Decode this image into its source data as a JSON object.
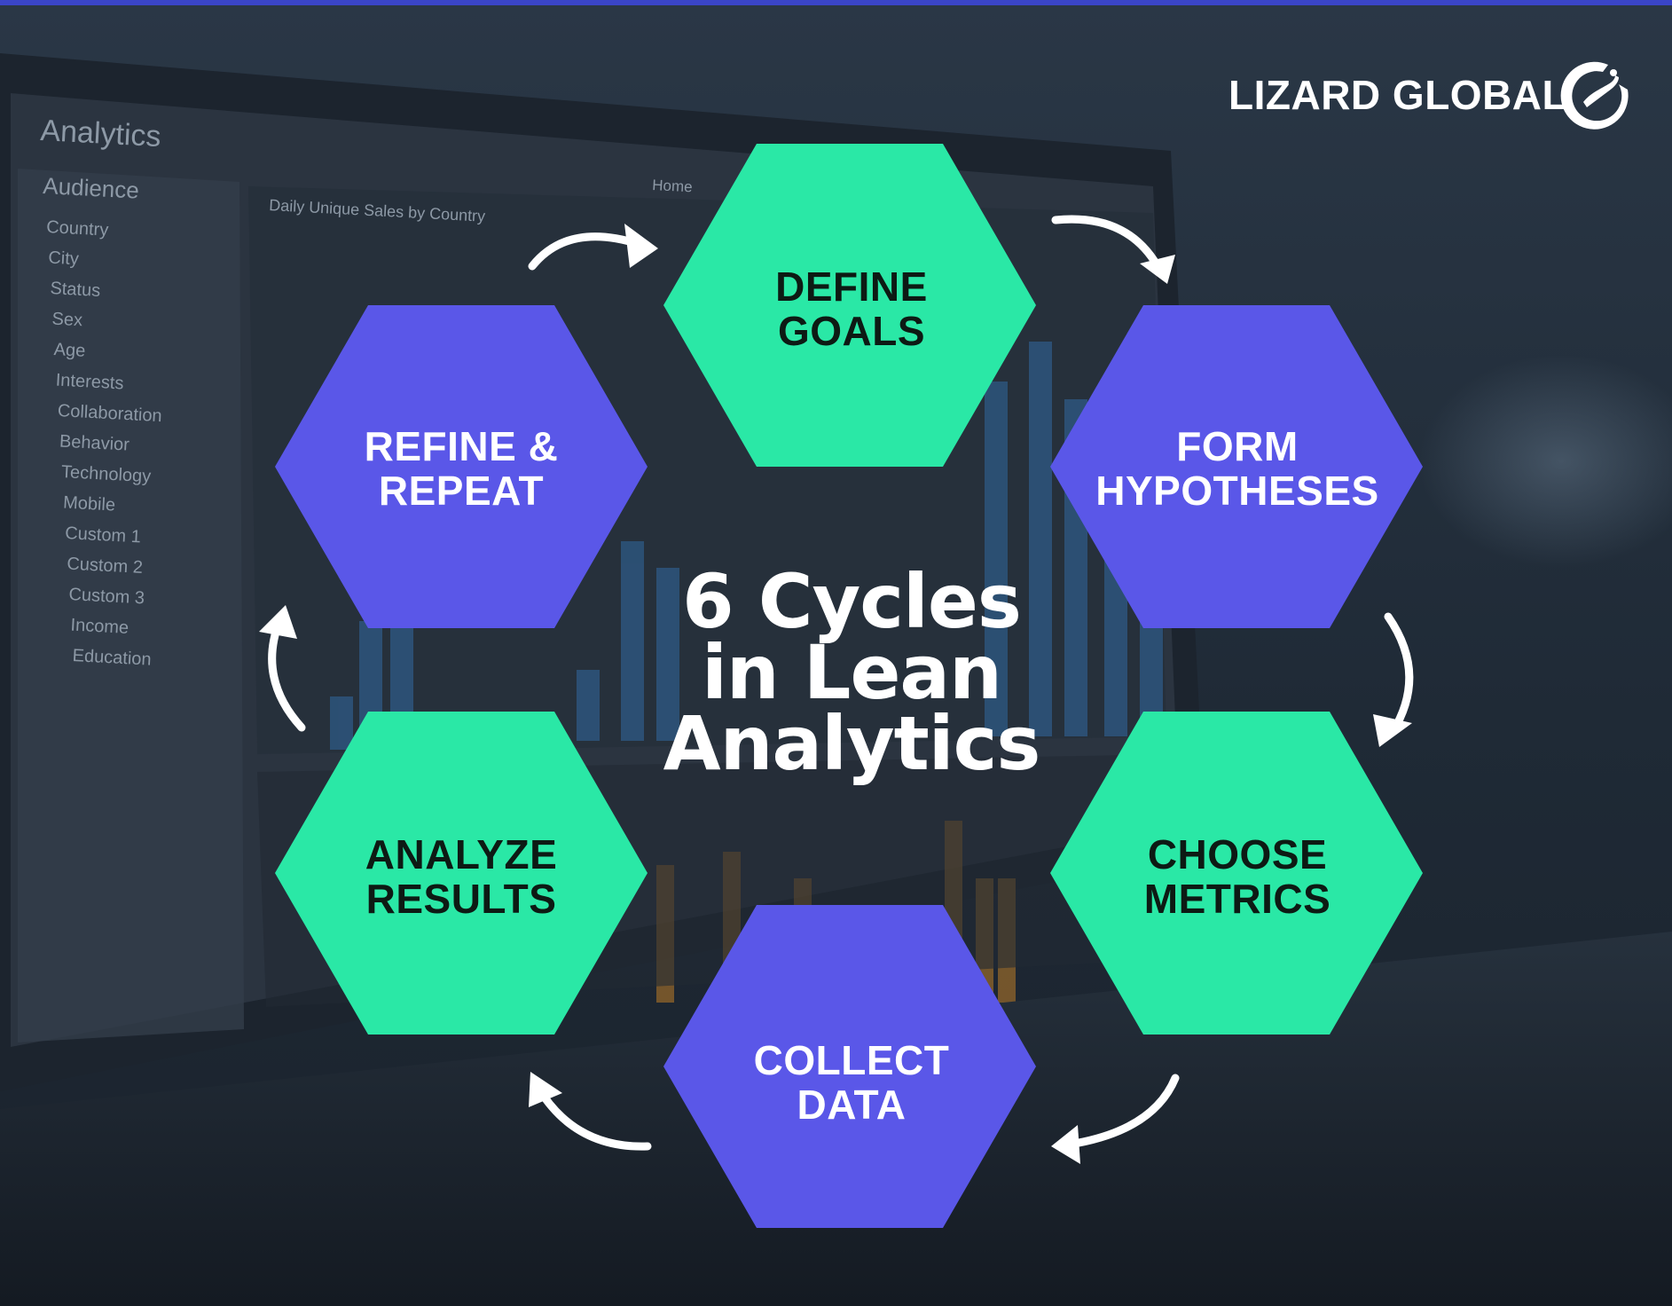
{
  "brand": {
    "name": "LIZARD GLOBAL",
    "icon": "lizard-logo-icon"
  },
  "title": {
    "line1": "6 Cycles",
    "line2": "in Lean",
    "line3": "Analytics"
  },
  "steps": [
    {
      "line1": "DEFINE",
      "line2": "GOALS",
      "color": "#2ae8a6"
    },
    {
      "line1": "FORM",
      "line2": "HYPOTHESES",
      "color": "#5a57e8"
    },
    {
      "line1": "CHOOSE",
      "line2": "METRICS",
      "color": "#2ae8a6"
    },
    {
      "line1": "COLLECT",
      "line2": "DATA",
      "color": "#5a57e8"
    },
    {
      "line1": "ANALYZE",
      "line2": "RESULTS",
      "color": "#2ae8a6"
    },
    {
      "line1": "REFINE &",
      "line2": "REPEAT",
      "color": "#5a57e8"
    }
  ],
  "background": {
    "app_title": "Analytics",
    "section": "Audience",
    "chart_title": "Daily Unique Sales by Country",
    "nav_home": "Home",
    "menu": [
      "Country",
      "City",
      "Status",
      "Sex",
      "Age",
      "Interests",
      "Collaboration",
      "Behavior",
      "Technology",
      "Mobile",
      "Custom 1",
      "Custom 2",
      "Custom 3",
      "Income",
      "Education"
    ]
  }
}
